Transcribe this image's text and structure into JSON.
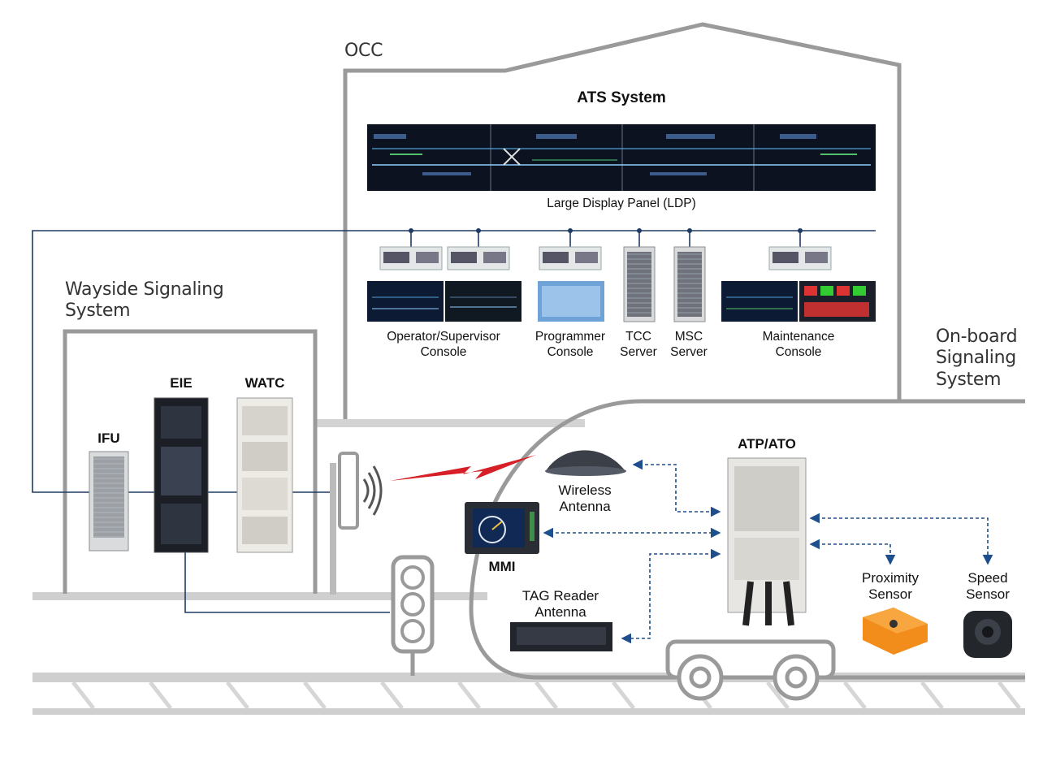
{
  "occ": {
    "label": "OCC",
    "ats_title": "ATS System",
    "ldp_label": "Large Display Panel (LDP)",
    "consoles": [
      {
        "line1": "Operator/Supervisor",
        "line2": "Console"
      },
      {
        "line1": "Programmer",
        "line2": "Console"
      },
      {
        "line1": "TCC",
        "line2": "Server"
      },
      {
        "line1": "MSC",
        "line2": "Server"
      },
      {
        "line1": "Maintenance",
        "line2": "Console"
      }
    ]
  },
  "wayside": {
    "label_line1": "Wayside Signaling",
    "label_line2": "System",
    "devices": {
      "ifu": "IFU",
      "eie": "EIE",
      "watc": "WATC"
    }
  },
  "onboard": {
    "label_line1": "On-board",
    "label_line2": "Signaling",
    "label_line3": "System",
    "atp_ato": "ATP/ATO",
    "mmi": "MMI",
    "wireless_line1": "Wireless",
    "wireless_line2": "Antenna",
    "tag_line1": "TAG Reader",
    "tag_line2": "Antenna",
    "proximity_line1": "Proximity",
    "proximity_line2": "Sensor",
    "speed_line1": "Speed",
    "speed_line2": "Sensor"
  },
  "colors": {
    "outline": "#9a9a9a",
    "network_line": "#1f3b63",
    "dashed_arrow": "#1f4e8c",
    "wireless_bolt": "#d61f26",
    "sensor_orange": "#f28c1a"
  }
}
